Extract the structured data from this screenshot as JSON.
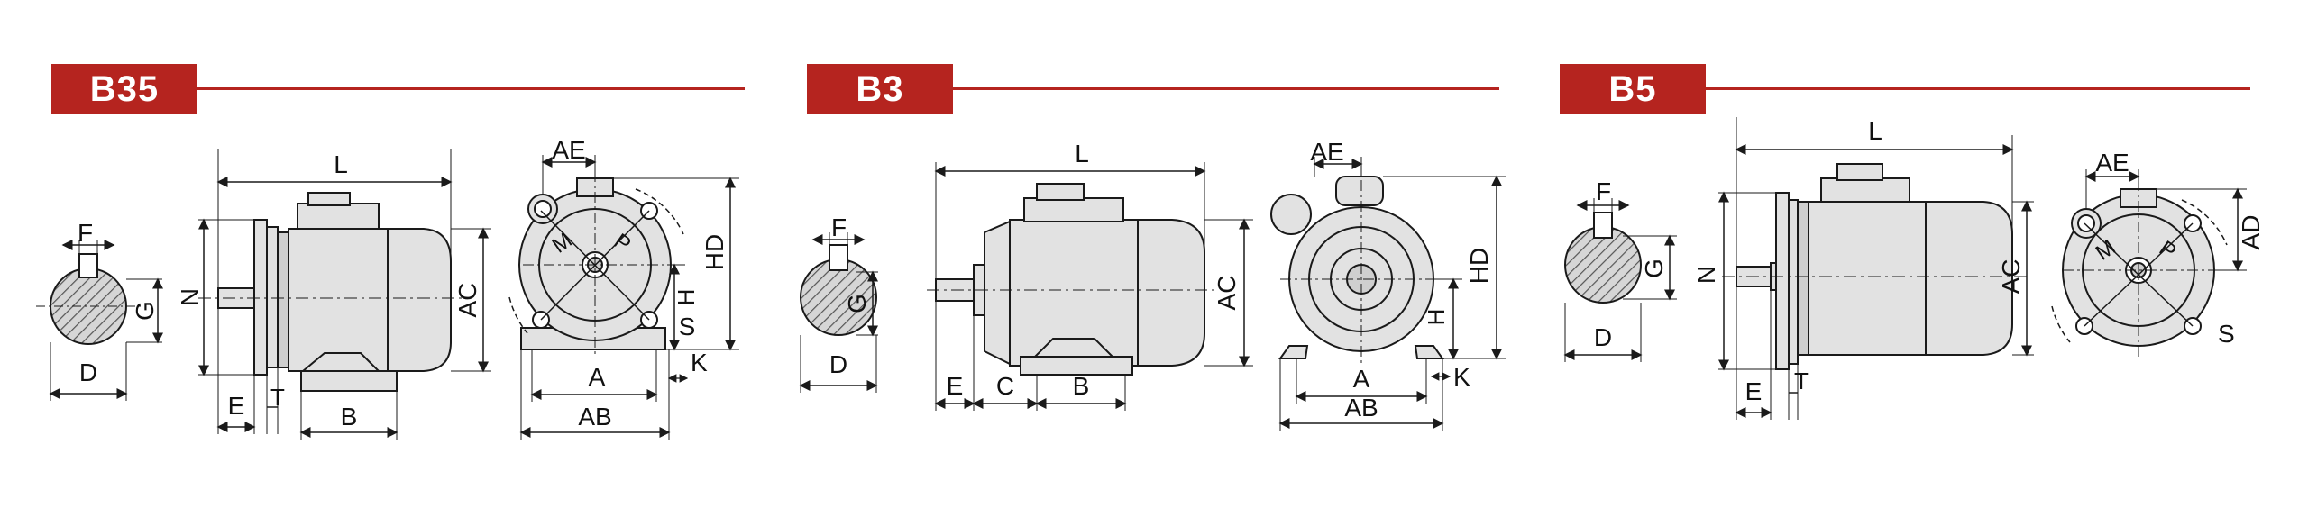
{
  "colors": {
    "tag_bg": "#b5241f",
    "rule": "#b5241f",
    "line": "#1a1a1a",
    "fill": "#e2e2e2",
    "fill_dark": "#cfcfcf",
    "hatch": "#555555"
  },
  "panels": [
    {
      "id": "b35",
      "title": "B35",
      "shaft_labels": {
        "f": "F",
        "g": "G",
        "d": "D"
      },
      "side_labels": {
        "l": "L",
        "n": "N",
        "ac": "AC",
        "e": "E",
        "t": "T",
        "b": "B"
      },
      "end_labels": {
        "ae": "AE",
        "hd": "HD",
        "h": "H",
        "s": "S",
        "a": "A",
        "k": "K",
        "ab": "AB",
        "m": "M",
        "p": "P"
      }
    },
    {
      "id": "b3",
      "title": "B3",
      "shaft_labels": {
        "f": "F",
        "g": "G",
        "d": "D"
      },
      "side_labels": {
        "l": "L",
        "ac": "AC",
        "e": "E",
        "c": "C",
        "b": "B"
      },
      "end_labels": {
        "ae": "AE",
        "hd": "HD",
        "h": "H",
        "a": "A",
        "k": "K",
        "ab": "AB"
      }
    },
    {
      "id": "b5",
      "title": "B5",
      "shaft_labels": {
        "f": "F",
        "g": "G",
        "d": "D"
      },
      "side_labels": {
        "l": "L",
        "n": "N",
        "ac": "AC",
        "e": "E",
        "t": "T"
      },
      "end_labels": {
        "ae": "AE",
        "ad": "AD",
        "s": "S",
        "m": "M",
        "p": "P"
      }
    }
  ]
}
